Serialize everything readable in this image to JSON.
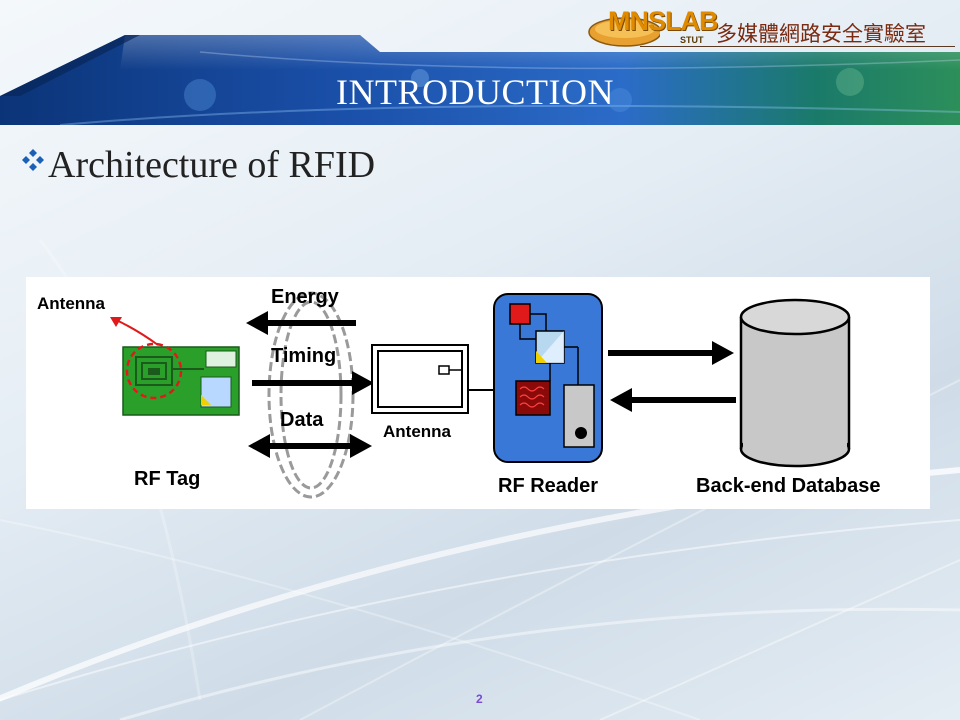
{
  "header": {
    "logo_text": "MNSLAB",
    "logo_subtext": "STUT",
    "lab_name": "多媒體網路安全實驗室",
    "slide_title": "INTRODUCTION"
  },
  "content": {
    "bullet_text": "Architecture of RFID"
  },
  "diagram": {
    "tag_antenna_label": "Antenna",
    "energy_label": "Energy",
    "timing_label": "Timing",
    "data_label": "Data",
    "reader_antenna_label": "Antenna",
    "rf_tag_label": "RF Tag",
    "rf_reader_label": "RF Reader",
    "database_label": "Back-end Database"
  },
  "footer": {
    "page_number": "2"
  },
  "colors": {
    "title_band": "#1a4fa8",
    "reader_body": "#3a78d8",
    "tag_board": "#2aa02a",
    "database_fill": "#c8c8c8",
    "accent_red": "#e01a1a",
    "page_number": "#7a4ad0"
  }
}
